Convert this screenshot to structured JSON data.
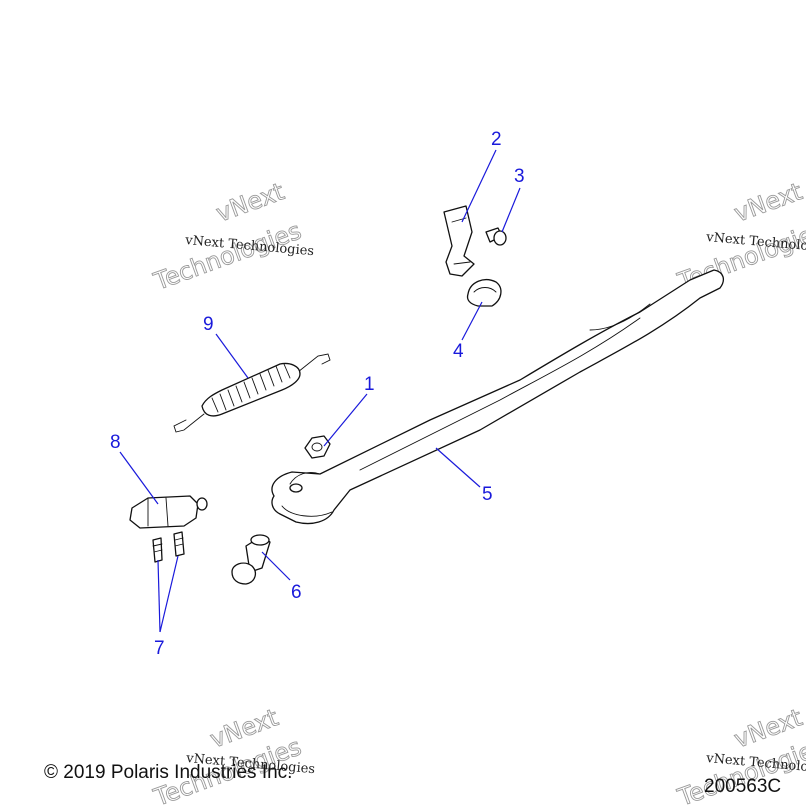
{
  "watermark": {
    "small_text": "vNext Technologies",
    "big_line1": "vNext",
    "big_line2": "Technologies"
  },
  "callouts": {
    "c1": "1",
    "c2": "2",
    "c3": "3",
    "c4": "4",
    "c5": "5",
    "c6": "6",
    "c7": "7",
    "c8": "8",
    "c9": "9"
  },
  "footer": {
    "copyright": "© 2019 Polaris Industries Inc.",
    "figure_id": "200563C"
  },
  "colors": {
    "callout": "#1a1adb",
    "line_art": "#111111"
  }
}
